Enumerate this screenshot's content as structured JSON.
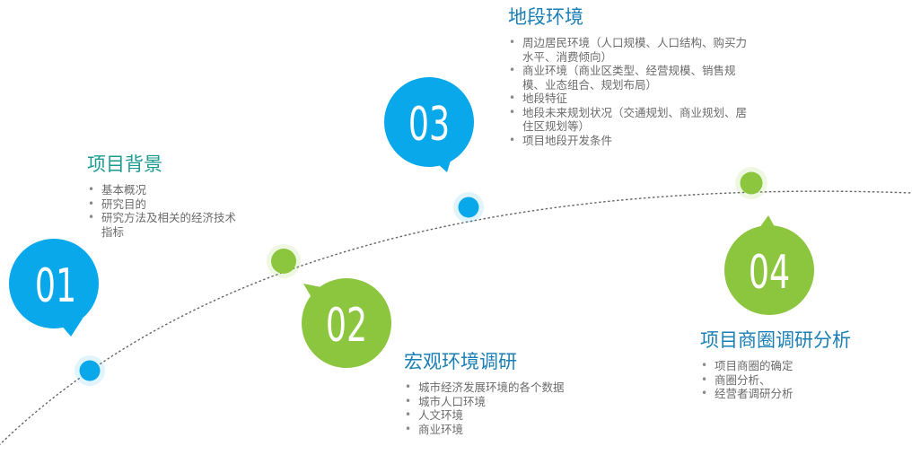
{
  "colors": {
    "blue": "#08a8ea",
    "green": "#8cc63f",
    "title_blue": "#1a7fb5",
    "title_teal": "#1b9a8f",
    "text": "#6b6b6b",
    "curve": "#555555"
  },
  "sections": [
    {
      "number": "01",
      "color": "blue",
      "title": "项目背景",
      "items": [
        "基本概况",
        "研究目的",
        "研究方法及相关的经济技术指标"
      ]
    },
    {
      "number": "02",
      "color": "green",
      "title": "宏观环境调研",
      "items": [
        "城市经济发展环境的各个数据",
        "城市人口环境",
        "人文环境",
        "商业环境"
      ]
    },
    {
      "number": "03",
      "color": "blue",
      "title": "地段环境",
      "items": [
        "周边居民环境（人口规模、人口结构、购买力水平、消费倾向）",
        "商业环境（商业区类型、经营规模、销售规模、业态组合、规划布局）",
        "地段特征",
        "地段未来规划状况（交通规划、商业规划、居住区规划等）",
        "项目地段开发条件"
      ]
    },
    {
      "number": "04",
      "color": "green",
      "title": "项目商圈调研分析",
      "items": [
        "项目商圈的确定",
        "商圈分析、",
        "经营者调研分析"
      ]
    }
  ]
}
